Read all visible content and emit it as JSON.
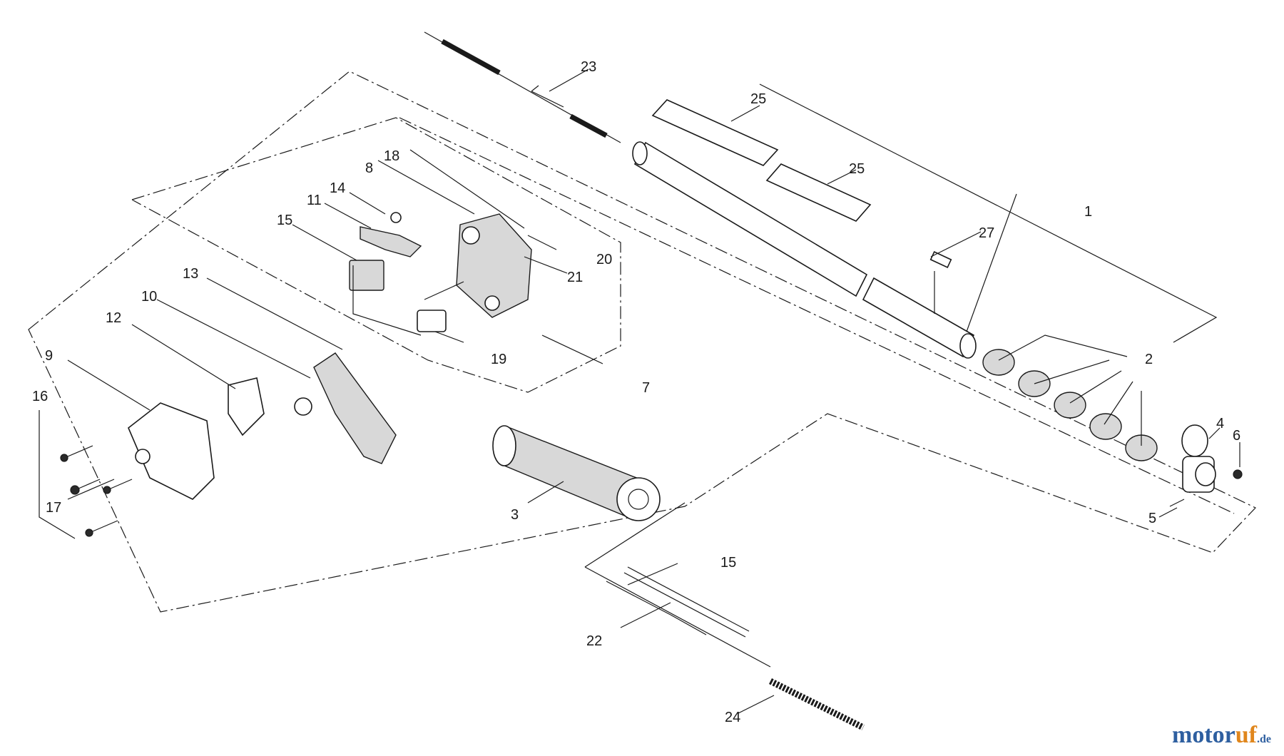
{
  "callouts": {
    "c1": "1",
    "c2": "2",
    "c3": "3",
    "c4": "4",
    "c5": "5",
    "c6": "6",
    "c7": "7",
    "c8": "8",
    "c9": "9",
    "c10": "10",
    "c11": "11",
    "c12": "12",
    "c13": "13",
    "c14": "14",
    "c15a": "15",
    "c15b": "15",
    "c16": "16",
    "c17": "17",
    "c18": "18",
    "c19": "19",
    "c20": "20",
    "c21": "21",
    "c22": "22",
    "c23": "23",
    "c24": "24",
    "c25a": "25",
    "c25b": "25",
    "c27": "27"
  },
  "watermark": {
    "part1": "motor",
    "part2": "uf",
    "part3": ".de"
  },
  "colors": {
    "ink": "#1a1a1a",
    "watermark_blue": "#2e5fa0",
    "watermark_orange": "#e0861c"
  }
}
